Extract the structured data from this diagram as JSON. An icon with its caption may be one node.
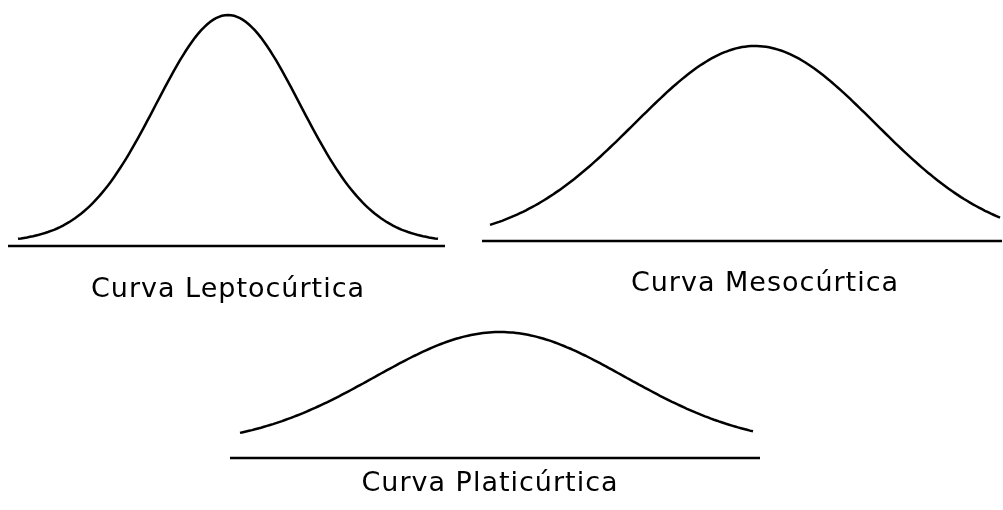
{
  "diagram": {
    "labels": [
      "Curva Leptocúrtica",
      "Curva Mesocúrtica",
      "Curva Platicúrtica"
    ]
  }
}
